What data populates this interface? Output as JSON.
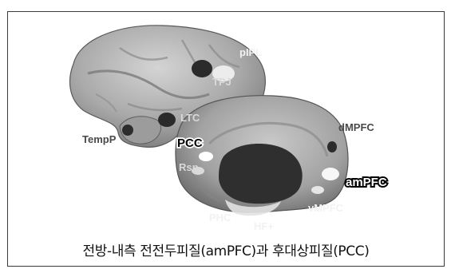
{
  "labels": {
    "pIPL": "pIPL",
    "TPJ": "TPJ",
    "LTC": "LTC",
    "TempP": "TempP",
    "PCC": "PCC",
    "dMPFC": "dMPFC",
    "Rsp": "Rsp",
    "amPFC": "amPFC",
    "vMPFC": "vMPFC",
    "PHC": "PHC",
    "HF": "HF+"
  },
  "caption": "전방-내측 전전두피질(amPFC)과 후대상피질(PCC)"
}
